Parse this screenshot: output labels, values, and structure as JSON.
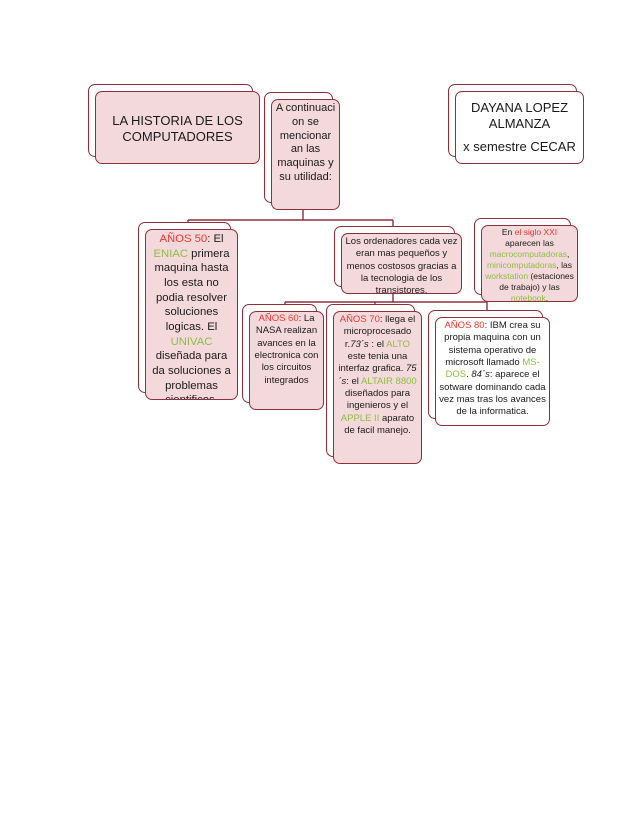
{
  "nodes": {
    "title": "LA HISTORIA DE LOS COMPUTADORES",
    "intro": "A continuaci on se mencionar an las maquinas y su utilidad:",
    "author": {
      "name": "DAYANA LOPEZ ALMANZA",
      "semester": "x semestre CECAR"
    },
    "anos50": {
      "label": "AÑOS 50",
      "t1": ": El ",
      "eniac": "ENIAC",
      "t2": " primera maquina hasta los esta no podia resolver soluciones logicas. El ",
      "univac": "UNIVAC",
      "t3": " diseñada para da soluciones a problemas cientificos."
    },
    "transistors": "Los ordenadores cada vez eran mas pequeños y menos costosos gracias a la tecnologia de los transistores.",
    "siglo21": {
      "t1": "En ",
      "label": "el siglo XXI",
      "t2": " aparecen las ",
      "macro": "macrocomputadoras",
      "t3": ", ",
      "mini": "minicomputadoras",
      "t4": ", las ",
      "work": "workstation",
      "t5": " (estaciones de trabajo) y las ",
      "note": "notebook",
      "t6": "."
    },
    "anos60": {
      "label": "AÑOS 60",
      "t1": ": La NASA realizan avances en la electronica con los circuitos integrados"
    },
    "anos70": {
      "label": "AÑOS 70",
      "t1": ": llega el microprocesado r.",
      "y73": "73´s",
      "t2": " : el ",
      "alto": "ALTO",
      "t3": " este tenia una interfaz grafica. ",
      "y75": "75´s",
      "t4": ": el ",
      "altair": "ALTAIR 8800",
      "t5": " diseñados para ingenieros y el ",
      "apple": "APPLE II",
      "t6": " aparato de facil manejo."
    },
    "anos80": {
      "label": "AÑOS 80",
      "t1": ": IBM crea su propia maquina con un sistema operativo de microsoft llamado ",
      "msdos": "MS-DOS",
      "t2": ". ",
      "y84": "84´s",
      "t3": ": aparece el sotware dominando cada vez mas tras los avances de la informatica."
    }
  },
  "colors": {
    "border": "#8f2f3a",
    "fill": "#f4d9dc",
    "red": "#e8392f",
    "green": "#8dbe3f"
  }
}
